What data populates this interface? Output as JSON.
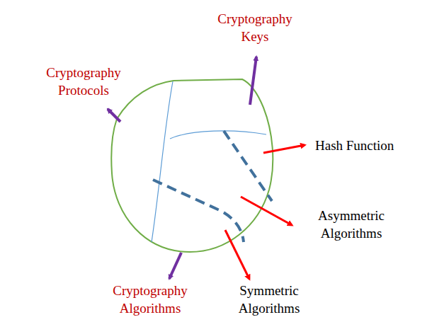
{
  "diagram": {
    "labels": [
      "Cryptography Keys",
      "Cryptography Protocols",
      "Hash Function",
      "Asymmetric Algorithms",
      "Cryptography Algorithms",
      "Symmetric Algorithms"
    ]
  }
}
